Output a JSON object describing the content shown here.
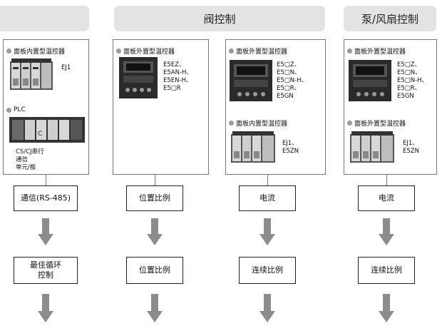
{
  "headers": [
    "阀控制",
    "泵/风扇控制"
  ],
  "panels": {
    "p1": {
      "title1": "面板内置型温控器",
      "label1": "EJ1",
      "title2": "PLC",
      "label2": "CS/CJ串行\n通信\n单元/板"
    },
    "p2": {
      "title1": "面板外置型温控器",
      "label1": "E5EZ、\nE5AN-H、\nE5EN-H、\nE5□R"
    },
    "p3": {
      "title1": "面板外置型温控器",
      "label1": "E5□Z、\nE5□N、\nE5□N-H、\nE5□R、\nE5GN",
      "title2": "面板内置型温控器",
      "label2": "EJ1、\nE5ZN"
    },
    "p4": {
      "title1": "面板外置型温控器",
      "label1": "E5□Z、\nE5□N、\nE5□N-H、\nE5□R、\nE5GN",
      "title2": "面板外置型温控器",
      "label2": "EJ1、\nE5ZN"
    }
  },
  "row1": [
    "通信(RS-485)",
    "位置比例",
    "电流",
    "电流"
  ],
  "row2": [
    "最佳循环\n控制",
    "位置比例",
    "连续比例",
    "连续比例"
  ],
  "colors": {
    "header_bg": "#e3e3e3",
    "arrow": "#8c8c8c",
    "device_dark": "#2a2a2a"
  }
}
